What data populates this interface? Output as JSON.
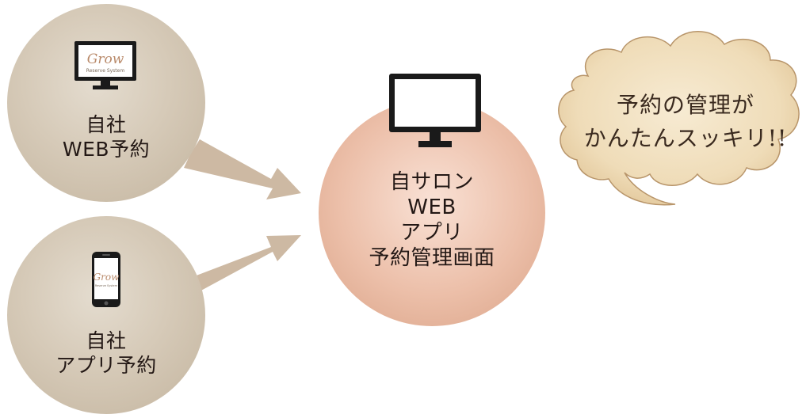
{
  "nodes": {
    "web_reservation": {
      "line1": "自社",
      "line2": "WEB予約"
    },
    "app_reservation": {
      "line1": "自社",
      "line2": "アプリ予約"
    },
    "salon_manager": {
      "line1": "自サロン",
      "line2": "WEB",
      "line3": "アプリ",
      "line4": "予約管理画面"
    }
  },
  "speech_bubble": {
    "line1": "予約の管理が",
    "line2": "かんたんスッキリ!!"
  },
  "logo": {
    "name": "Grow",
    "tagline": "Reserve System"
  },
  "icons": {
    "web_node": "desktop-monitor-icon",
    "app_node": "smartphone-icon",
    "salon_node": "desktop-monitor-icon",
    "connectors": "arrow-right-icon"
  },
  "colors": {
    "source_circle": "#d6cab8",
    "target_circle": "#ecbfa9",
    "arrow": "#cdb9a3",
    "bubble_fill": "#f1dfbd",
    "text": "#231815"
  }
}
